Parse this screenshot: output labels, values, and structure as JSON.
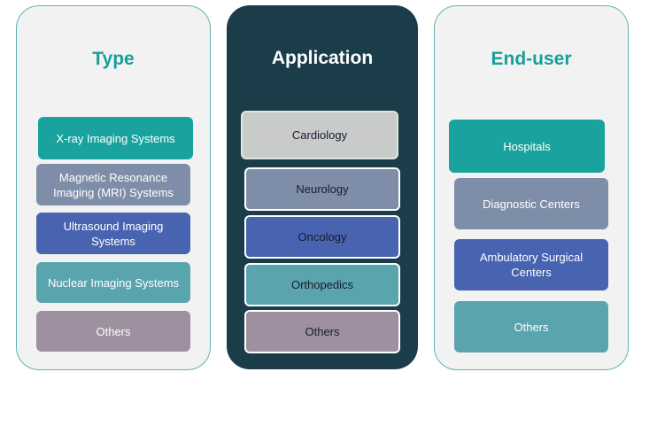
{
  "colors": {
    "teal": "#1aa39e",
    "slate": "#7f8ea8",
    "blue": "#4864b0",
    "aqua": "#5aa4ad",
    "mauve": "#9e8fa1",
    "light_gray": "#c9cbcb",
    "dark_panel": "#1b3d4a",
    "title_teal": "#179f9c"
  },
  "panels": {
    "type": {
      "title": "Type",
      "items": [
        {
          "label": "X-ray Imaging Systems"
        },
        {
          "label": "Magnetic Resonance Imaging (MRI) Systems"
        },
        {
          "label": "Ultrasound Imaging Systems"
        },
        {
          "label": "Nuclear Imaging Systems"
        },
        {
          "label": "Others"
        }
      ]
    },
    "application": {
      "title": "Application",
      "items": [
        {
          "label": "Cardiology"
        },
        {
          "label": "Neurology"
        },
        {
          "label": "Oncology"
        },
        {
          "label": "Orthopedics"
        },
        {
          "label": "Others"
        }
      ]
    },
    "end_user": {
      "title": "End-user",
      "items": [
        {
          "label": "Hospitals"
        },
        {
          "label": "Diagnostic Centers"
        },
        {
          "label": "Ambulatory Surgical Centers"
        },
        {
          "label": "Others"
        }
      ]
    }
  }
}
